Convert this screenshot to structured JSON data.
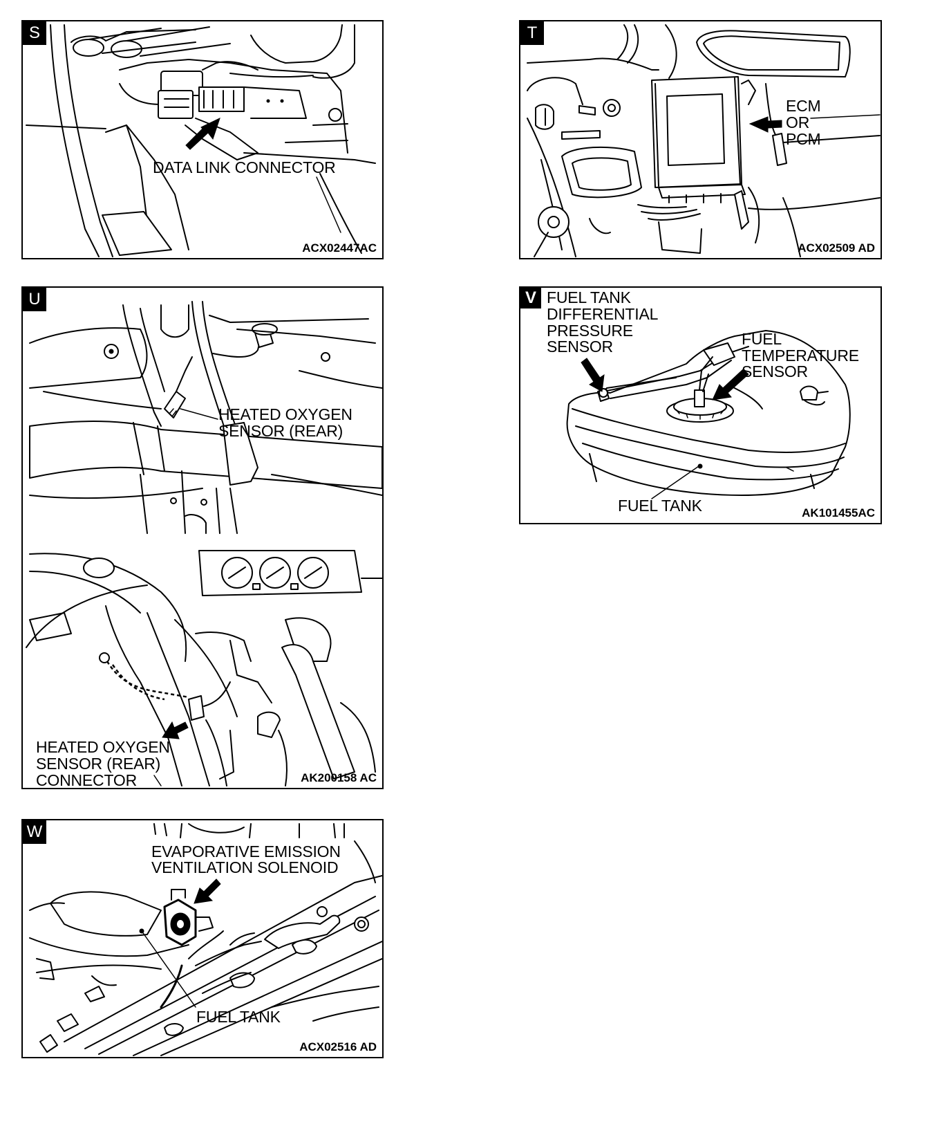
{
  "panels": {
    "s": {
      "letter": "S",
      "label": "DATA LINK CONNECTOR",
      "code": "ACX02447AC"
    },
    "t": {
      "letter": "T",
      "label_line1": "ECM",
      "label_line2": "OR",
      "label_line3": "PCM",
      "code": "ACX02509 AD"
    },
    "u": {
      "letter": "U",
      "top_label_line1": "HEATED OXYGEN",
      "top_label_line2": "SENSOR (REAR)",
      "bottom_label_line1": "HEATED OXYGEN",
      "bottom_label_line2": "SENSOR (REAR)",
      "bottom_label_line3": "CONNECTOR",
      "code": "AK200158 AC"
    },
    "v": {
      "letter": "V",
      "pressure_label_line1": "FUEL TANK",
      "pressure_label_line2": "DIFFERENTIAL",
      "pressure_label_line3": "PRESSURE",
      "pressure_label_line4": "SENSOR",
      "temp_label_line1": "FUEL",
      "temp_label_line2": "TEMPERATURE",
      "temp_label_line3": "SENSOR",
      "tank_label": "FUEL TANK",
      "code": "AK101455AC"
    },
    "w": {
      "letter": "W",
      "solenoid_label_line1": "EVAPORATIVE EMISSION",
      "solenoid_label_line2": "VENTILATION SOLENOID",
      "tank_label": "FUEL TANK",
      "code": "ACX02516 AD"
    }
  }
}
